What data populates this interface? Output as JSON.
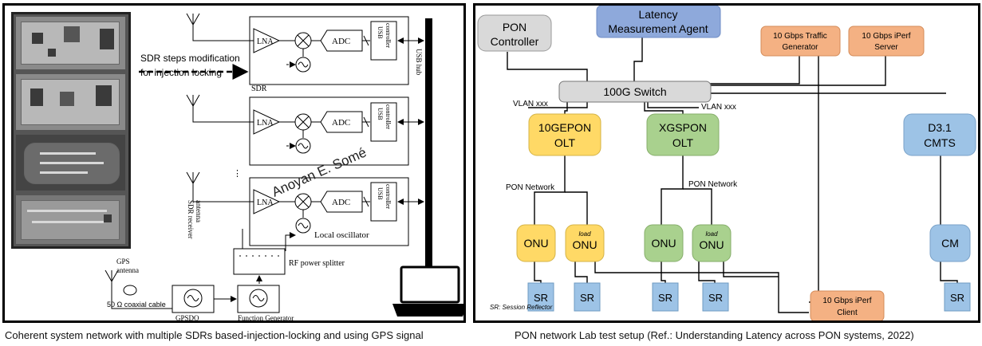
{
  "left": {
    "caption": "Coherent system network with multiple SDRs based-injection-locking and using GPS signal",
    "sdr_steps": "SDR steps modification",
    "injection": "for injection locking",
    "sdr_label": "SDR",
    "lna": "LNA",
    "adc": "ADC",
    "usb": "USB",
    "controller": "controller",
    "usb_hub": "USB hub",
    "receiver_antenna": "SDR receiver",
    "antenna_word": "antenna",
    "local_osc": "Local oscillator",
    "rf_splitter": "RF power splitter",
    "gps": "GPS",
    "gps_antenna": "antenna",
    "coax": "50 Ω coaxial cable",
    "gpsdo": "GPSDO",
    "func_gen": "Function Generator",
    "watermark": "Anoyan E. Somé"
  },
  "right": {
    "caption": "PON network Lab test setup (Ref.: Understanding Latency across PON systems, 2022)",
    "pon_controller": [
      "PON",
      "Controller"
    ],
    "latency_agent": [
      "Latency",
      "Measurement Agent"
    ],
    "traffic_gen": [
      "10 Gbps Traffic",
      "Generator"
    ],
    "iperf_server": [
      "10 Gbps iPerf",
      "Server"
    ],
    "switch": "100G Switch",
    "vlan_left": "VLAN xxx",
    "vlan_right": "VLAN xxx",
    "olt1": [
      "10GEPON",
      "OLT"
    ],
    "olt2": [
      "XGSPON",
      "OLT"
    ],
    "cmts": [
      "D3.1",
      "CMTS"
    ],
    "pon_net1": "PON Network",
    "pon_net2": "PON Network",
    "onu": "ONU",
    "load": "load",
    "cm": "CM",
    "sr": "SR",
    "legend": "SR: Session Reflector",
    "iperf_client": [
      "10 Gbps iPerf",
      "Client"
    ]
  },
  "colors": {
    "gray_box": "#d9d9d9",
    "blue_box": "#8ea9db",
    "orange_box": "#f4b183",
    "yellow_box": "#ffd966",
    "green_box": "#a9d18e",
    "lightblue_box": "#9dc3e6"
  }
}
